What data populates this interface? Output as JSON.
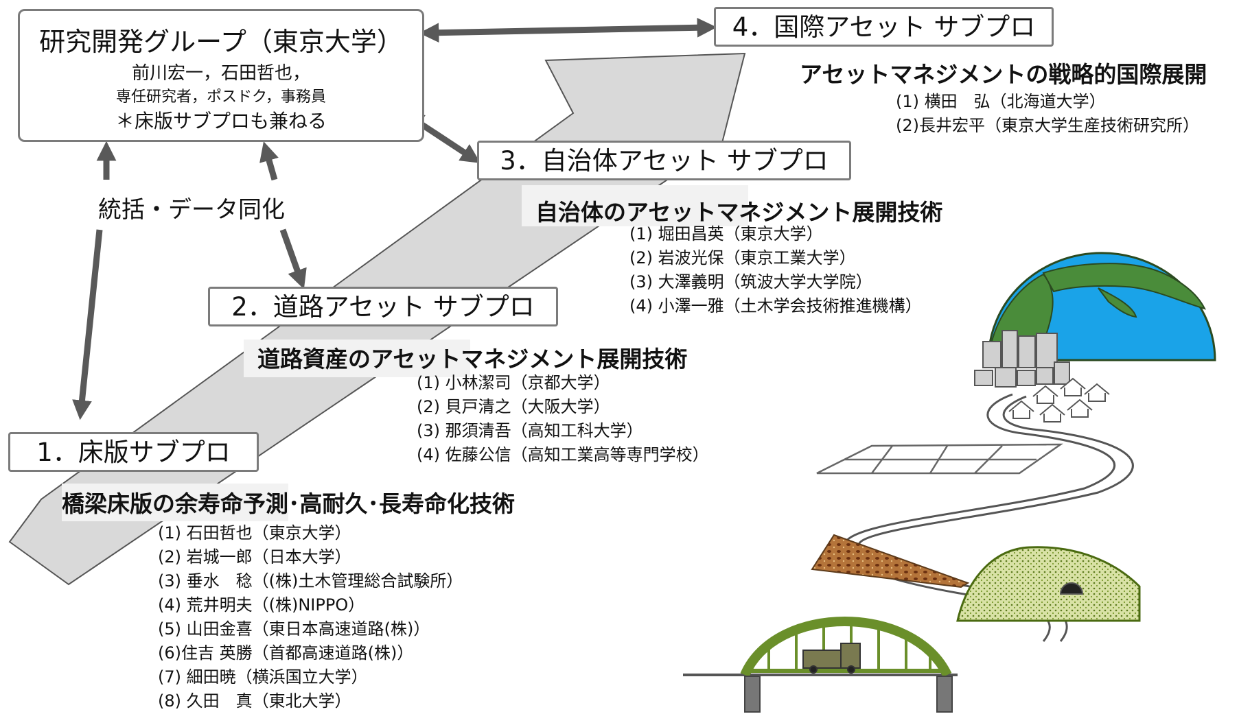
{
  "rd_group": {
    "title": "研究開発グループ（東京大学）",
    "line1": "前川宏一，石田哲也，",
    "line2": "専任研究者，ポスドク，事務員",
    "line3": "＊床版サブプロも兼ねる"
  },
  "coordination_label": "統括・データ同化",
  "subprojects": [
    {
      "label": "1．床版サブプロ",
      "theme": "橋梁床版の余寿命予測･高耐久･長寿命化技術",
      "members": [
        "(1) 石田哲也（東京大学）",
        "(2) 岩城一郎（日本大学）",
        "(3) 垂水　稔（(株)土木管理総合試験所）",
        "(4) 荒井明夫（(株)NIPPO）",
        "(5) 山田金喜（東日本高速道路(株)）",
        "(6)住吉 英勝（首都高速道路(株)）",
        "(7) 細田暁（横浜国立大学）",
        "(8) 久田　真（東北大学）"
      ]
    },
    {
      "label": "2．道路アセット サブプロ",
      "theme": "道路資産のアセットマネジメント展開技術",
      "members": [
        "(1) 小林潔司（京都大学）",
        "(2) 貝戸清之（大阪大学）",
        "(3) 那須清吾（高知工科大学）",
        "(4) 佐藤公信（高知工業高等専門学校）"
      ]
    },
    {
      "label": "3．自治体アセット サブプロ",
      "theme": "自治体のアセットマネジメント展開技術",
      "members": [
        "(1) 堀田昌英（東京大学）",
        "(2) 岩波光保（東京工業大学）",
        "(3) 大澤義明（筑波大学大学院）",
        "(4) 小澤一雅（土木学会技術推進機構）"
      ]
    },
    {
      "label": "4．国際アセット サブプロ",
      "theme": "アセットマネジメントの戦略的国際展開",
      "members": [
        "(1) 横田　弘（北海道大学）",
        "(2)長井宏平（東京大学生産技術研究所）"
      ]
    }
  ],
  "colors": {
    "box_border": "#7b7b7b",
    "arrow": "#595959",
    "ribbon_fill": "#d9d9d9",
    "ocean": "#1aa3e8",
    "land": "#4a8c3a",
    "bridge": "#6a8f2a",
    "hill": "#c8d68a",
    "soil": "#8b5a2b"
  },
  "icons": [
    "globe-icon",
    "city-icon",
    "houses-icon",
    "farm-fields-icon",
    "winding-road-icon",
    "tunnel-hill-icon",
    "arch-bridge-icon",
    "truck-icon"
  ]
}
